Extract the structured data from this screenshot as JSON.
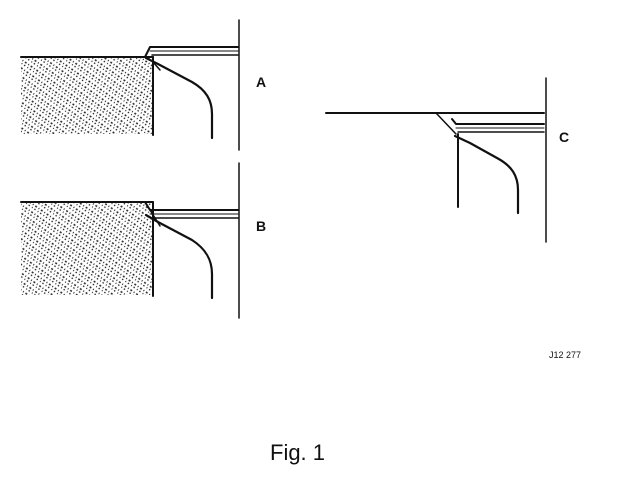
{
  "figure": {
    "labels": {
      "a": "A",
      "b": "B",
      "c": "C"
    },
    "reference_code": "J12 277",
    "caption": "Fig. 1"
  },
  "colors": {
    "ink": "#111111",
    "paper": "#ffffff"
  }
}
